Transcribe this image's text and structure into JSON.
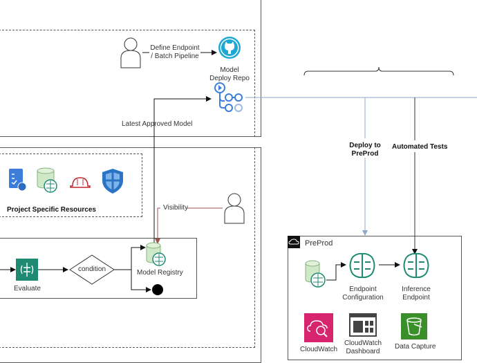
{
  "diagram": {
    "upper_section": {
      "actor_label": "Define Endpoint / Batch Pipeline",
      "repo_label": "Model Deploy Repo",
      "repo_icon": "github-icon",
      "pipeline_icon": "codepipeline-icon",
      "approved_model_label": "Latest Approved Model"
    },
    "resources": {
      "title": "Project Specific Resources",
      "icons": [
        "certificate-icon",
        "sagemaker-model-store-icon",
        "hard-hat-icon",
        "shield-icon"
      ]
    },
    "visibility_label": "Visibility",
    "pipeline": {
      "evaluate_label": "Evaluate",
      "condition_label": "condition",
      "registry_label": "Model Registry"
    },
    "deployment": {
      "deploy_label": "Deploy to PreProd",
      "tests_label": "Automated Tests"
    },
    "preprod": {
      "title": "PreProd",
      "endpoint_config_label": "Endpoint Configuration",
      "inference_endpoint_label": "Inference Endpoint",
      "cloudwatch_label": "CloudWatch",
      "dashboard_label": "CloudWatch Dashboard",
      "data_capture_label": "Data Capture"
    },
    "colors": {
      "sagemaker_teal": "#1f8a72",
      "github_cyan": "#1fa7d4",
      "pipeline_blue": "#3b7dd8",
      "cloudwatch_pink": "#d6246e",
      "s3_green": "#3b8f2a",
      "visibility_red": "#a0524d",
      "deploy_line_blue": "#8fa7c7"
    }
  }
}
